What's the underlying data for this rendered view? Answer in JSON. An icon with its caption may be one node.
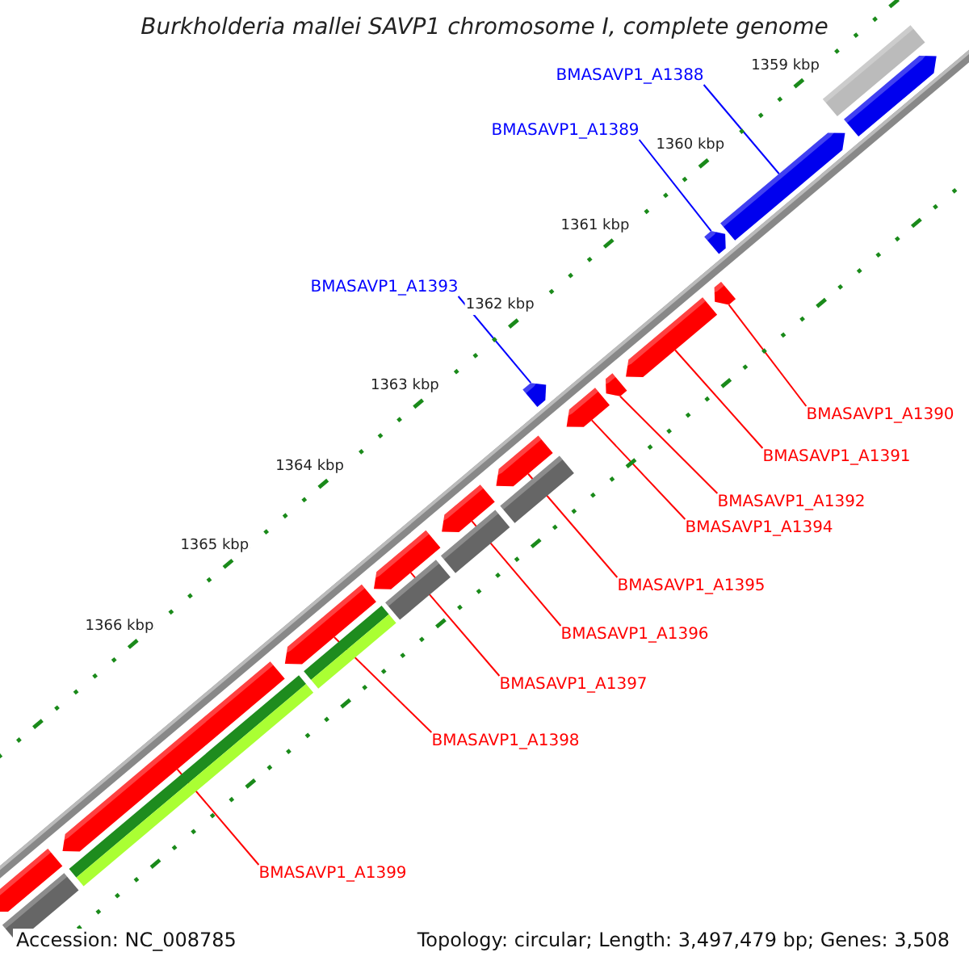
{
  "diagram": {
    "title": "Burkholderia mallei SAVP1 chromosome I, complete genome",
    "nodes": [
      {
        "text": [
          "BMASAVP1_A1388"
        ]
      },
      {
        "text": [
          "BMASAVP1_A1389"
        ]
      },
      {
        "text": [
          "BMASAVP1_A1393"
        ]
      },
      {
        "text": [
          "BMASAVP1_A1390"
        ]
      },
      {
        "text": [
          "BMASAVP1_A1391"
        ]
      },
      {
        "text": [
          "BMASAVP1_A1392"
        ]
      },
      {
        "text": [
          "BMASAVP1_A1394"
        ]
      },
      {
        "text": [
          "BMASAVP1_A1395"
        ]
      },
      {
        "text": [
          "BMASAVP1_A1396"
        ]
      },
      {
        "text": [
          "BMASAVP1_A1397"
        ]
      },
      {
        "text": [
          "BMASAVP1_A1398"
        ]
      },
      {
        "text": [
          "BMASAVP1_A1399"
        ]
      },
      {
        "text": [],
        "shape": "bar"
      },
      {
        "text": [],
        "shape": "arrow"
      },
      {
        "text": [],
        "shape": "arrow"
      },
      {
        "text": [],
        "shape": "arrow"
      },
      {
        "text": [],
        "shape": "arrow"
      },
      {
        "text": [],
        "shape": "arrow"
      },
      {
        "text": [],
        "shape": "arrow"
      },
      {
        "text": [],
        "shape": "arrow"
      },
      {
        "text": [],
        "shape": "arrow"
      },
      {
        "text": [],
        "shape": "arrow"
      },
      {
        "text": [],
        "shape": "bar"
      },
      {
        "text": [],
        "shape": "arrow"
      },
      {
        "text": [],
        "shape": "bar"
      },
      {
        "text": [],
        "shape": "arrow"
      },
      {
        "text": [],
        "shape": "bar"
      },
      {
        "text": [],
        "shape": "arrow"
      },
      {
        "text": [],
        "shape": "bar"
      },
      {
        "text": [],
        "shape": "arrow"
      },
      {
        "text": [],
        "shape": "bar"
      },
      {
        "text": [],
        "shape": "arrow"
      },
      {
        "text": [],
        "shape": "bar"
      }
    ],
    "edges": [
      {
        "from": 0,
        "to": 14,
        "arrow": "none",
        "color": "#0000ff"
      },
      {
        "from": 1,
        "to": 15,
        "arrow": "none",
        "color": "#0000ff"
      },
      {
        "from": 2,
        "to": 20,
        "arrow": "none",
        "color": "#0000ff"
      },
      {
        "from": 3,
        "to": 16,
        "arrow": "none"
      },
      {
        "from": 4,
        "to": 17,
        "arrow": "none"
      },
      {
        "from": 5,
        "to": 18,
        "arrow": "none"
      },
      {
        "from": 6,
        "to": 19,
        "arrow": "none"
      },
      {
        "from": 7,
        "to": 21,
        "arrow": "none"
      },
      {
        "from": 8,
        "to": 23,
        "arrow": "none"
      },
      {
        "from": 9,
        "to": 25,
        "arrow": "none"
      },
      {
        "from": 10,
        "to": 27,
        "arrow": "none"
      },
      {
        "from": 11,
        "to": 29,
        "arrow": "none"
      }
    ],
    "labels": [
      "1359 kbp",
      "1360 kbp",
      "1361 kbp",
      "1362 kbp",
      "1363 kbp",
      "1364 kbp",
      "1365 kbp",
      "1366 kbp",
      "Accession: NC_008785",
      "Topology: circular; Length: 3,497,479 bp; Genes: 3,508"
    ]
  }
}
